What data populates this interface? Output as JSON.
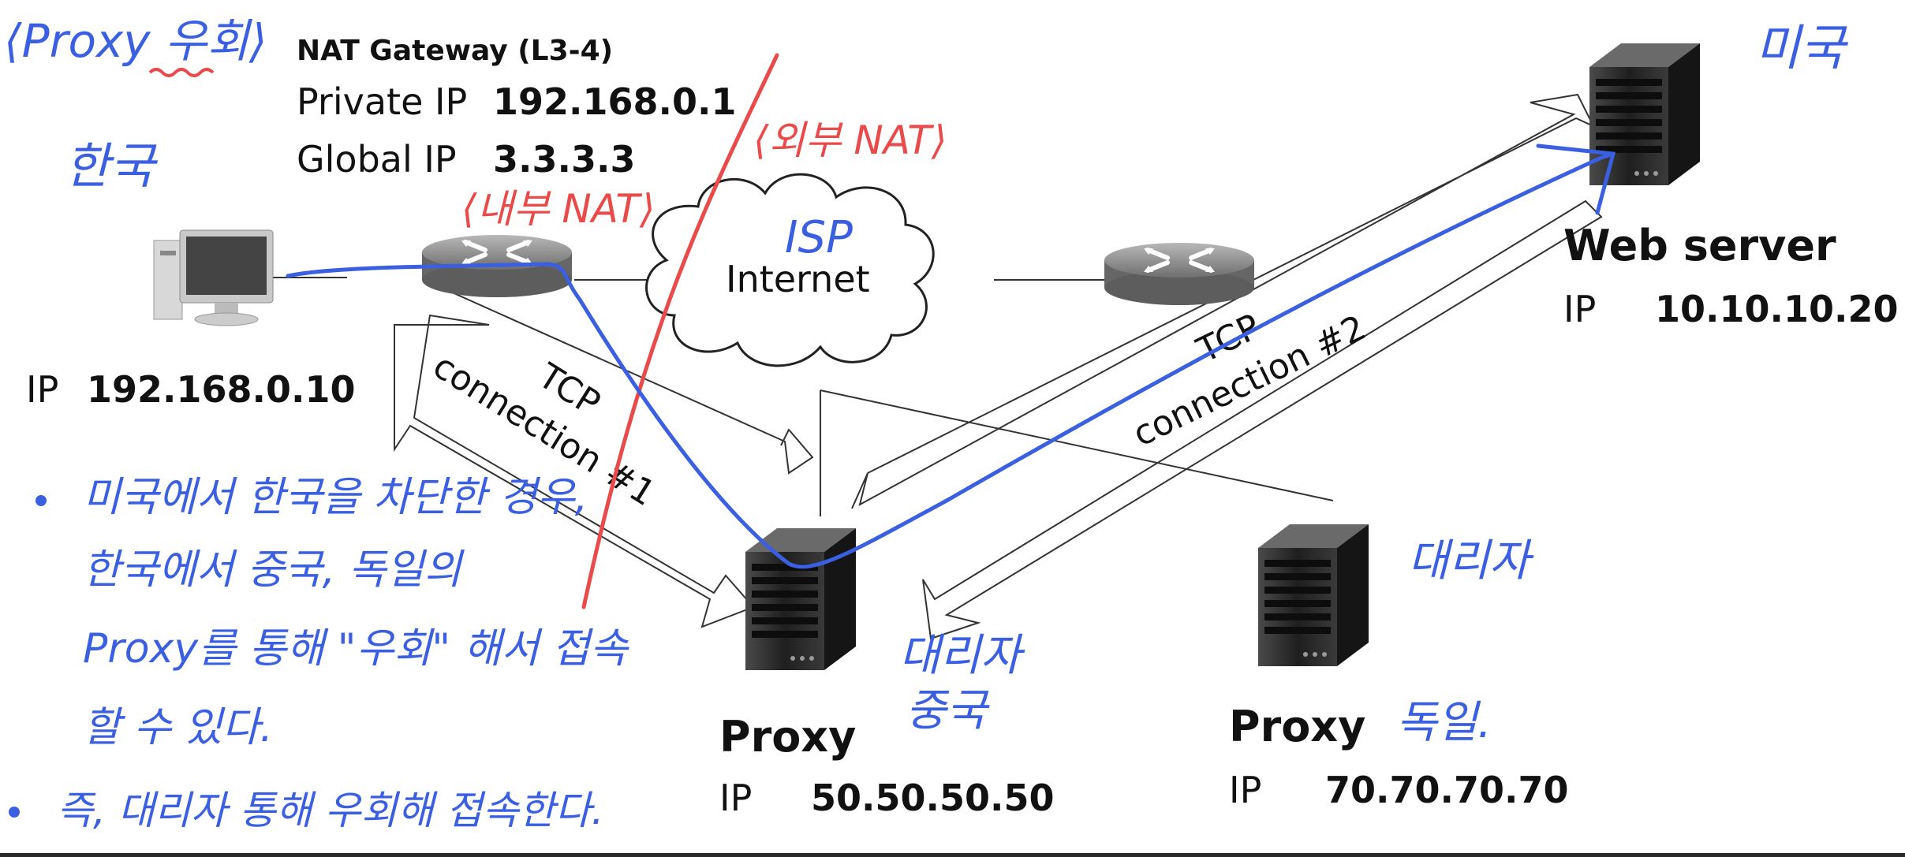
{
  "nat": {
    "title": "NAT Gateway (L3-4)",
    "private_label": "Private IP",
    "private_ip": "192.168.0.1",
    "global_label": "Global IP",
    "global_ip": "3.3.3.3"
  },
  "client": {
    "ip_label": "IP",
    "ip": "192.168.0.10"
  },
  "internet": {
    "label": "Internet"
  },
  "web_server": {
    "name": "Web server",
    "ip_label": "IP",
    "ip": "10.10.10.20"
  },
  "proxy_cn": {
    "name": "Proxy",
    "ip_label": "IP",
    "ip": "50.50.50.50"
  },
  "proxy_de": {
    "name": "Proxy",
    "ip_label": "IP",
    "ip": "70.70.70.70"
  },
  "connections": {
    "c1_a": "TCP",
    "c1_b": "connection #1",
    "c2_a": "TCP",
    "c2_b": "connection #2"
  },
  "handwriting": {
    "title": "⟨Proxy 우회⟩",
    "korea": "한국",
    "usa": "미국",
    "internal_nat": "⟨내부 NAT⟩",
    "external_nat": "⟨외부 NAT⟩",
    "isp": "ISP",
    "agent_cn": "대리자",
    "china": "중국",
    "agent_de": "대리자",
    "germany": "독일.",
    "note1_line1": "미국에서 한국을 차단한 경우,",
    "note1_line2": "한국에서 중국, 독일의",
    "note1_line3": "Proxy를 통해 \"우회\" 해서 접속",
    "note1_line4": "할 수 있다.",
    "note2": "즉, 대리자 통해 우회해 접속한다."
  },
  "colors": {
    "ink_blue": "#3a5fe0",
    "ink_red": "#e94b4b",
    "text": "#111111",
    "device_dark": "#2b2b2b",
    "router_gray": "#8a8a8a"
  }
}
